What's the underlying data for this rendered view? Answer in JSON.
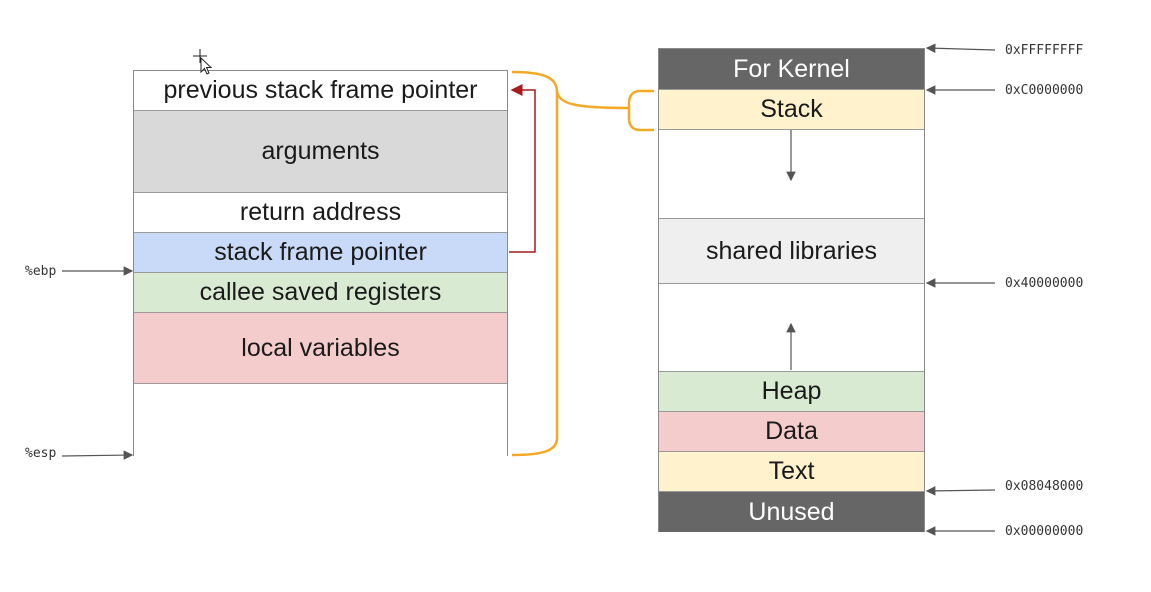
{
  "stack_frame": {
    "rows": [
      {
        "label": "previous stack frame pointer",
        "color": "#ffffff"
      },
      {
        "label": "arguments",
        "color": "#d9d9d9"
      },
      {
        "label": "return address",
        "color": "#ffffff"
      },
      {
        "label": "stack frame pointer",
        "color": "#c9daf8"
      },
      {
        "label": "callee saved registers",
        "color": "#d9ead3"
      },
      {
        "label": "local variables",
        "color": "#f4cccc"
      },
      {
        "label": "",
        "color": "#ffffff"
      }
    ],
    "registers": {
      "ebp": "%ebp",
      "esp": "%esp"
    }
  },
  "memory_layout": {
    "regions": [
      {
        "label": "For Kernel",
        "color": "#666666",
        "text_color": "#ffffff"
      },
      {
        "label": "Stack",
        "color": "#fff2cc",
        "text_color": "#1a1a1a"
      },
      {
        "label": "",
        "color": "#ffffff",
        "text_color": "#1a1a1a"
      },
      {
        "label": "shared libraries",
        "color": "#efefef",
        "text_color": "#1a1a1a"
      },
      {
        "label": "",
        "color": "#ffffff",
        "text_color": "#1a1a1a"
      },
      {
        "label": "Heap",
        "color": "#d9ead3",
        "text_color": "#1a1a1a"
      },
      {
        "label": "Data",
        "color": "#f4cccc",
        "text_color": "#1a1a1a"
      },
      {
        "label": "Text",
        "color": "#fff2cc",
        "text_color": "#1a1a1a"
      },
      {
        "label": "Unused",
        "color": "#666666",
        "text_color": "#ffffff"
      }
    ],
    "addresses": {
      "top": "0xFFFFFFFF",
      "stack": "0xC0000000",
      "shared": "0x40000000",
      "text": "0x08048000",
      "bottom": "0x00000000"
    }
  },
  "colors": {
    "bracket": "#f4a926",
    "pointer_arrow": "#a61c1c",
    "arrow": "#555555"
  }
}
